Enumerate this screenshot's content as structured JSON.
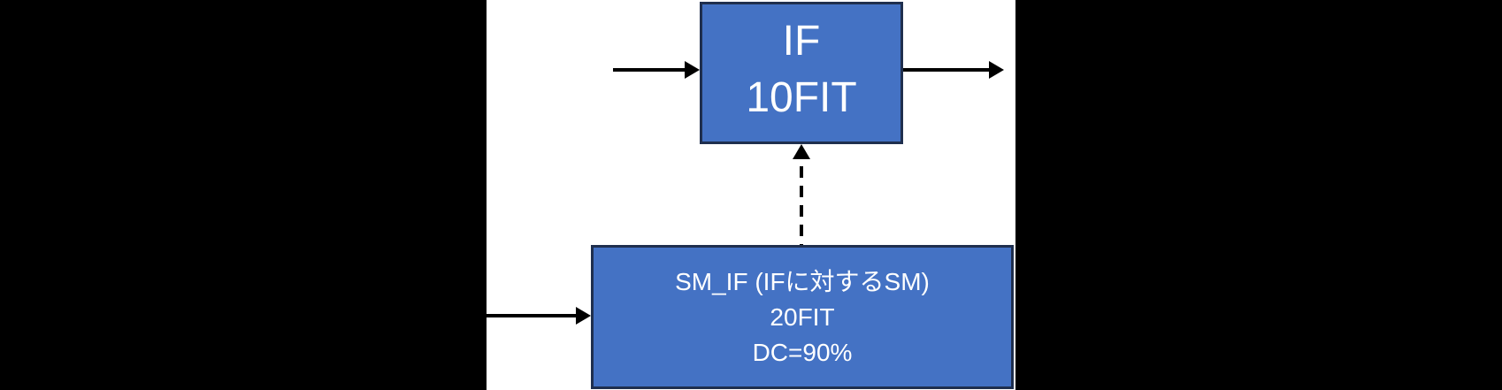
{
  "diagram": {
    "nodes": {
      "if": {
        "line1": "IF",
        "line2": "10FIT"
      },
      "sm": {
        "line1": "SM_IF (IFに対するSM)",
        "line2": "20FIT",
        "line3": "DC=90%"
      }
    },
    "colors": {
      "node_fill": "#4472C4",
      "node_border": "#1F2F4E",
      "node_text": "#FFFFFF",
      "arrow": "#000000",
      "letterbox": "#000000",
      "background": "#FFFFFF"
    }
  }
}
